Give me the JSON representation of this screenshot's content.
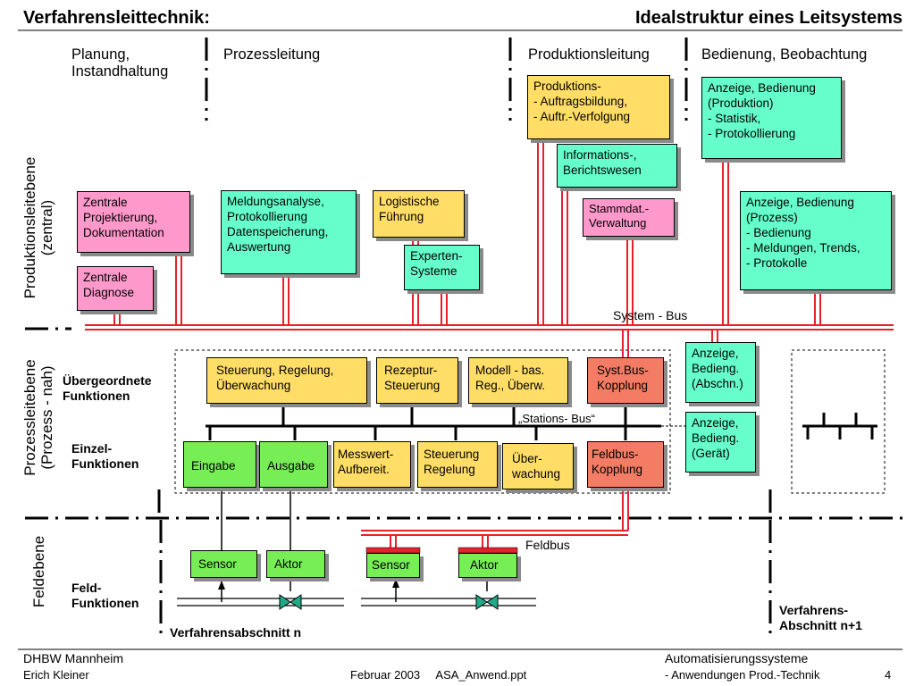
{
  "header": {
    "title_left": "Verfahrensleittechnik:",
    "title_right": "Idealstruktur eines Leitsystems"
  },
  "columns": {
    "planung": "Planung,\nInstandhaltung",
    "prozessleitung": "Prozessleitung",
    "produktionsleitung": "Produktionsleitung",
    "bedienung": "Bedienung, Beobachtung"
  },
  "levels": {
    "produktionsleitebene": "Produktionsleitebene\n(zentral)",
    "prozessleitebene": "Prozessleitebene\n(Prozess - nah)",
    "feldebene": "Feldebene"
  },
  "boxes": {
    "produktions": "Produktions-\n- Auftragsbildung,\n- Auftr.-Verfolgung",
    "anzeige_produktion": "Anzeige, Bedienung\n(Produktion)\n- Statistik,\n- Protokollierung",
    "informations": "Informations-,\nBerichtswesen",
    "zentrale_projektierung": "Zentrale\nProjektierung,\nDokumentation",
    "meldungsanalyse": "Meldungsanalyse,\nProtokollierung\nDatenspeicherung,\nAuswertung",
    "logistische": "Logistische\nFührung",
    "stammdat": "Stammdat.-\nVerwaltung",
    "anzeige_prozess": "Anzeige, Bedienung\n(Prozess)\n- Bedienung\n- Meldungen, Trends,\n- Protokolle",
    "experten": "Experten-\nSysteme",
    "zentrale_diagnose": "Zentrale\nDiagnose",
    "steuerung_regelung": "Steuerung, Regelung,\nÜberwachung",
    "rezeptur": "Rezeptur-\nSteuerung",
    "modell": "Modell - bas.\nReg., Überw.",
    "systbus_kopplung": "Syst.Bus-\nKopplung",
    "anzeige_abschn": "Anzeige,\nBedieng.\n(Abschn.)",
    "anzeige_geraet": "Anzeige,\nBedieng.\n(Gerät)",
    "eingabe": "Eingabe",
    "ausgabe": "Ausgabe",
    "messwert": "Messwert-\nAufbereit.",
    "steuerung2": "Steuerung\nRegelung",
    "ueberwachung": "Über-\nwachung",
    "feldbus_kopplung": "Feldbus-\nKopplung",
    "sensor1": "Sensor",
    "aktor1": "Aktor",
    "sensor2": "Sensor",
    "aktor2": "Aktor"
  },
  "labels": {
    "system_bus": "System - Bus",
    "stations_bus": "„Stations- Bus“",
    "feldbus": "Feldbus",
    "uebergeordnete": "Übergeordnete\nFunktionen",
    "einzel": "Einzel-\nFunktionen",
    "feld": "Feld-\nFunktionen",
    "abschnitt_n": "Verfahrensabschnitt n",
    "abschnitt_n1": "Verfahrens-\nAbschnitt n+1"
  },
  "footer": {
    "org": "DHBW  Mannheim",
    "author": "Erich Kleiner",
    "date_file": "Februar 2003     ASA_Anwend.ppt",
    "course": "Automatisierungssysteme",
    "subtitle": "- Anwendungen Prod.-Technik",
    "page": "4"
  },
  "colors": {
    "bus_red": "#e8202a",
    "cyan": "#66ffcc",
    "yellow": "#ffdd66",
    "pink": "#ff99cc",
    "salmon": "#f47c64",
    "green": "#77ee55",
    "valve": "#22aa88"
  }
}
